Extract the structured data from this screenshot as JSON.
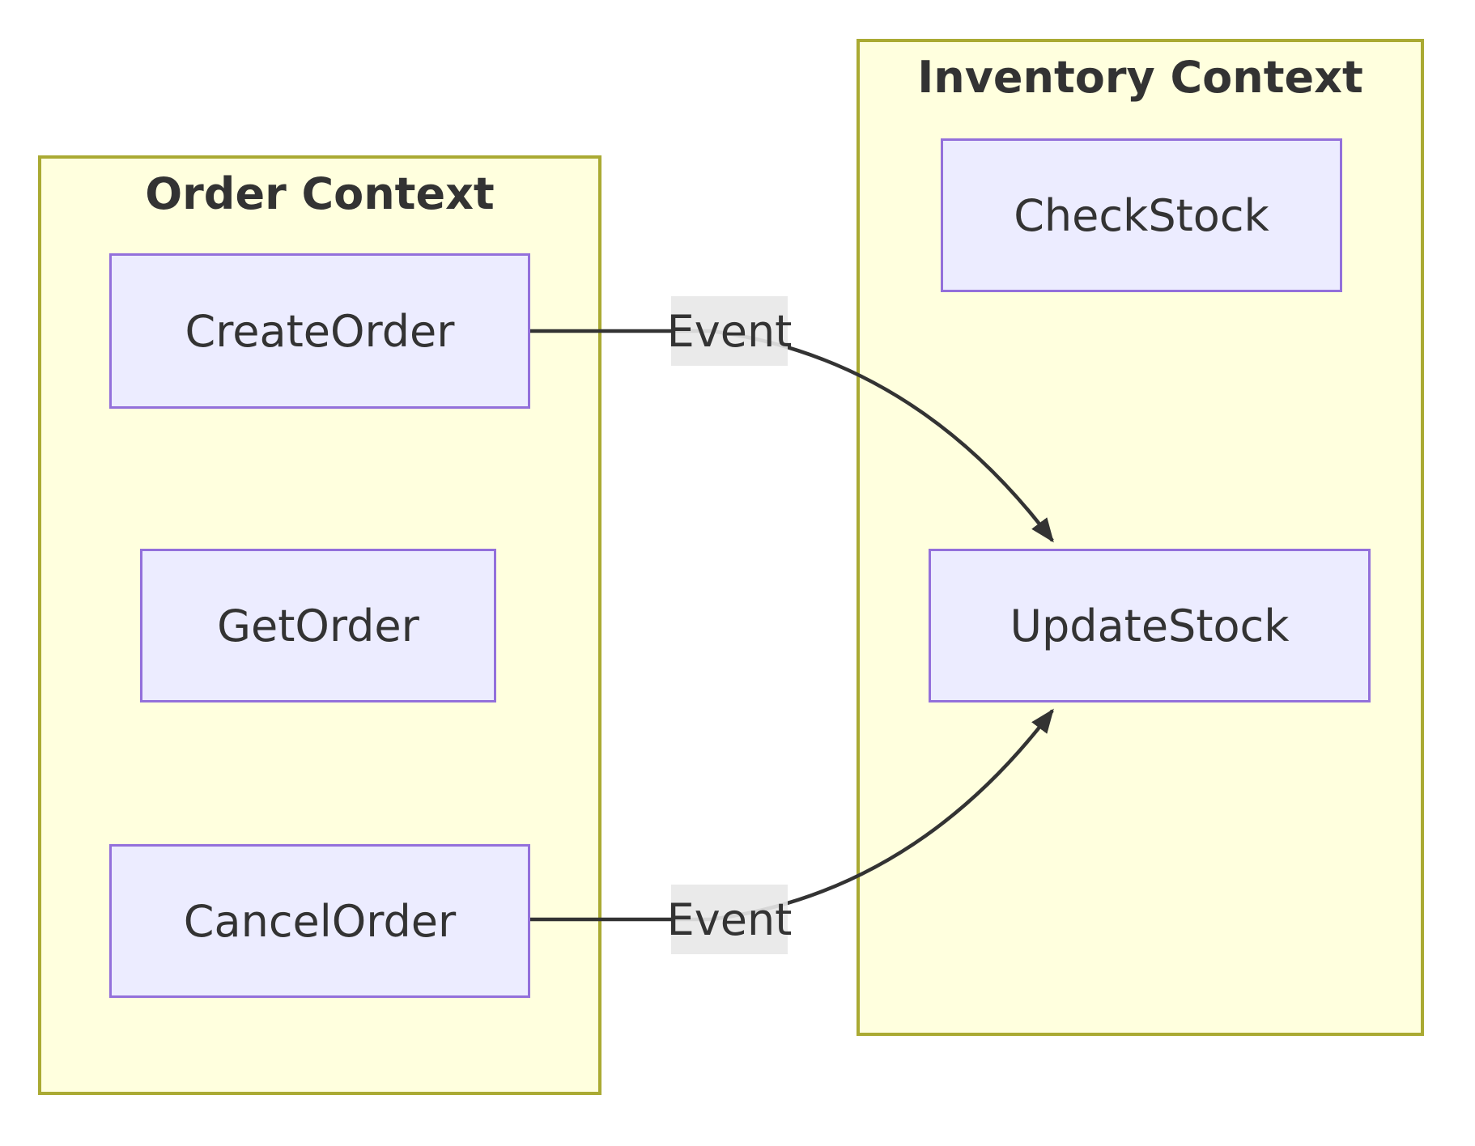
{
  "diagram": {
    "type": "flowchart",
    "clusters": [
      {
        "id": "order",
        "title": "Order Context",
        "nodes": [
          {
            "id": "create_order",
            "label": "CreateOrder"
          },
          {
            "id": "get_order",
            "label": "GetOrder"
          },
          {
            "id": "cancel_order",
            "label": "CancelOrder"
          }
        ]
      },
      {
        "id": "inventory",
        "title": "Inventory Context",
        "nodes": [
          {
            "id": "check_stock",
            "label": "CheckStock"
          },
          {
            "id": "update_stock",
            "label": "UpdateStock"
          }
        ]
      }
    ],
    "edges": [
      {
        "from": "CreateOrder",
        "to": "UpdateStock",
        "label": "Event"
      },
      {
        "from": "CancelOrder",
        "to": "UpdateStock",
        "label": "Event"
      }
    ],
    "colors": {
      "cluster_fill": "#ffffde",
      "cluster_border": "#aaaa33",
      "node_fill": "#ececff",
      "node_border": "#9370db",
      "edge": "#333333",
      "edge_label_bg": "#e8e8e8",
      "text": "#333333",
      "background": "#ffffff"
    }
  }
}
